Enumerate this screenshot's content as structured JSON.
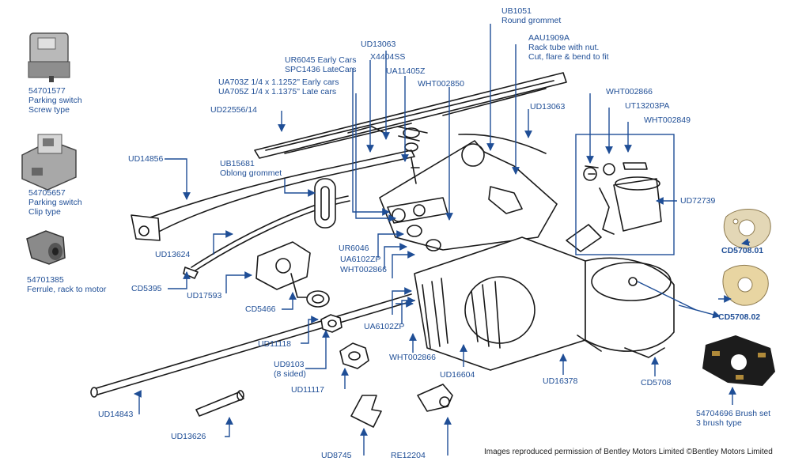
{
  "colors": {
    "label": "#1f4e96",
    "drawing": "#1a1a1a",
    "credit": "#222222"
  },
  "labels": {
    "pn_54701577": "54701577\nParking switch\nScrew type",
    "pn_54705657": "54705657\nParking switch\nClip type",
    "pn_54701385": "54701385\nFerrule, rack to motor",
    "ub1051": "UB1051\nRound grommet",
    "ud13063_top": "UD13063",
    "x4404ss": "X4404SS",
    "ur6045": "UR6045 Early Cars\nSPC1436 LateCars",
    "aau1909a": "AAU1909A\nRack tube with nut.\nCut, flare & bend to fit",
    "ua11405z": "UA11405Z",
    "ua703z": "UA703Z 1/4 x 1.1252\" Early cars\nUA705Z 1/4 x 1.1375\" Late cars",
    "wht002850": "WHT002850",
    "ud13063_mid": "UD13063",
    "ud22556": "UD22556/14",
    "wht002866_top": "WHT002866",
    "ut13203pa": "UT13203PA",
    "wht002849": "WHT002849",
    "ud14856": "UD14856",
    "ub15681": "UB15681\nOblong grommet",
    "ud72739": "UD72739",
    "ud13624": "UD13624",
    "ur6046": "UR6046",
    "ua6102zp_top": "UA6102ZP",
    "wht002866_mid": "WHT002866",
    "cd5708_01": "CD5708.01",
    "cd5395": "CD5395",
    "ud17593": "UD17593",
    "cd5466": "CD5466",
    "cd5708_02": "CD5708.02",
    "ua6102zp_low": "UA6102ZP",
    "ud11118": "UD11118",
    "ud9103": "UD9103\n(8 sided)",
    "wht002866_low": "WHT002866",
    "ud16604": "UD16604",
    "ud16378": "UD16378",
    "cd5708": "CD5708",
    "ud11117": "UD11117",
    "ud14843": "UD14843",
    "pn_54704696": "54704696 Brush set\n3 brush type",
    "ud13626": "UD13626",
    "ud8745": "UD8745",
    "re12204": "RE12204"
  },
  "credit": "Images reproduced permission of Bentley Motors Limited ©Bentley Motors Limited"
}
